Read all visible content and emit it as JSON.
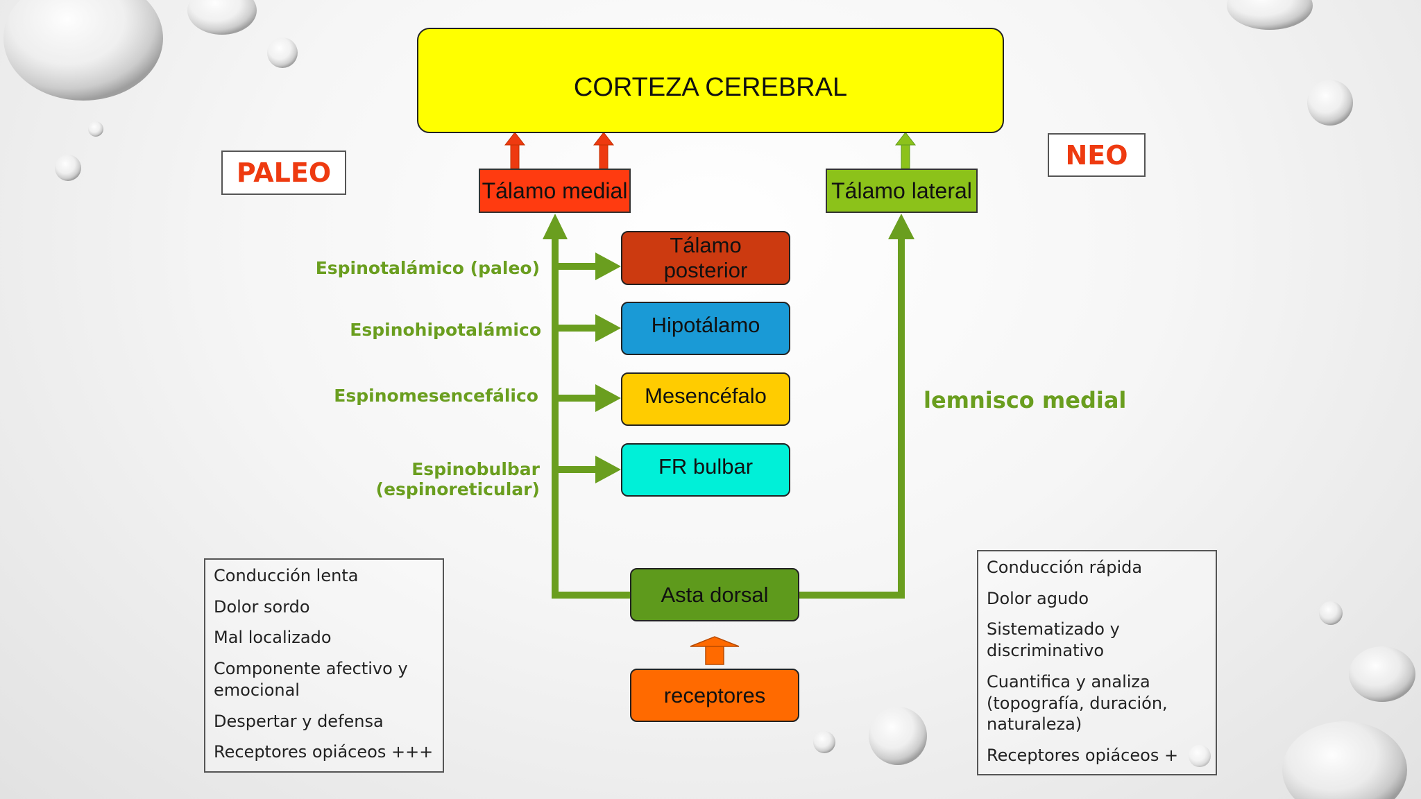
{
  "cortex": {
    "label": "CORTEZA CEREBRAL"
  },
  "paleo": {
    "label": "PALEO"
  },
  "neo": {
    "label": "NEO"
  },
  "thalamus_medial": {
    "label": "Tálamo medial"
  },
  "thalamus_lateral": {
    "label": "Tálamo lateral"
  },
  "targets": [
    {
      "label": "Tálamo posterior"
    },
    {
      "label": "Hipotálamo"
    },
    {
      "label": "Mesencéfalo"
    },
    {
      "label": "FR bulbar"
    }
  ],
  "pathways": [
    {
      "label": "Espinotalámico (paleo)"
    },
    {
      "label": "Espinohipotalámico"
    },
    {
      "label": "Espinomesencefálico"
    },
    {
      "label": "Espinobulbar (espinoreticular)"
    }
  ],
  "lemniscus": {
    "label": "lemnisco medial"
  },
  "dorsal_horn": {
    "label": "Asta dorsal"
  },
  "receptors": {
    "label": "receptores"
  },
  "paleo_features": [
    "Conducción lenta",
    "Dolor sordo",
    "Mal localizado",
    "Componente afectivo y emocional",
    "Despertar y defensa",
    "Receptores opiáceos +++"
  ],
  "neo_features": [
    "Conducción rápida",
    "Dolor agudo",
    "Sistematizado y discriminativo",
    "Cuantifica y analiza (topografía, duración, naturaleza)",
    "Receptores opiáceos +"
  ],
  "colors": {
    "cortex": "#ffff00",
    "thalamus_medial": "#ff3b10",
    "thalamus_lateral": "#8cc21a",
    "tal_posterior": "#cc3a10",
    "hipotalamo": "#1a9ad6",
    "mesencefalo": "#ffcc00",
    "fr_bulbar": "#00f0d8",
    "asta_dorsal": "#5e9a1c",
    "receptores": "#ff6a00",
    "arrow_green": "#6a9e1f",
    "arrow_red": "#ee3a10"
  }
}
